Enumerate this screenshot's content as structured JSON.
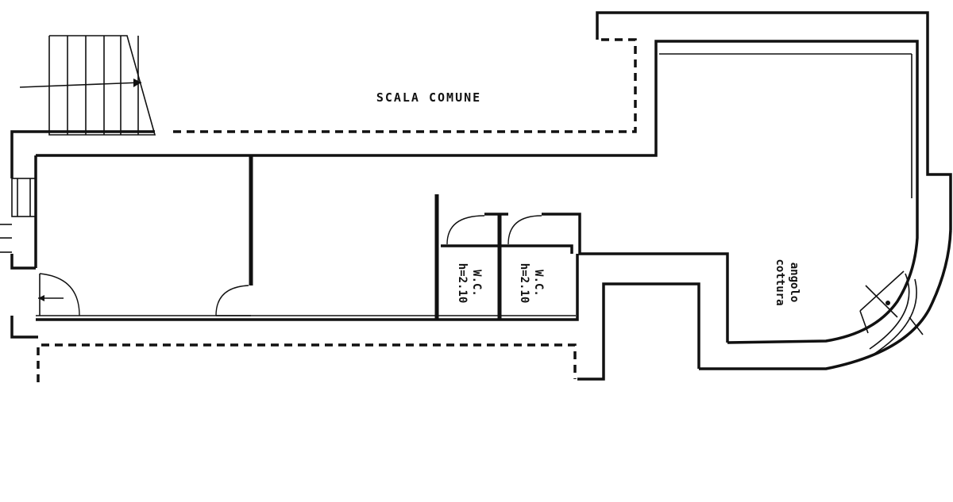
{
  "labels": {
    "stair": "SCALA COMUNE",
    "wc1_name": "W.C.",
    "wc1_height": "h=2.10",
    "wc2_name": "W.C.",
    "wc2_height": "h=2.10",
    "corner_line1": "angolo",
    "corner_line2": "cottura"
  },
  "colors": {
    "line": "#111111",
    "background": "#ffffff"
  }
}
